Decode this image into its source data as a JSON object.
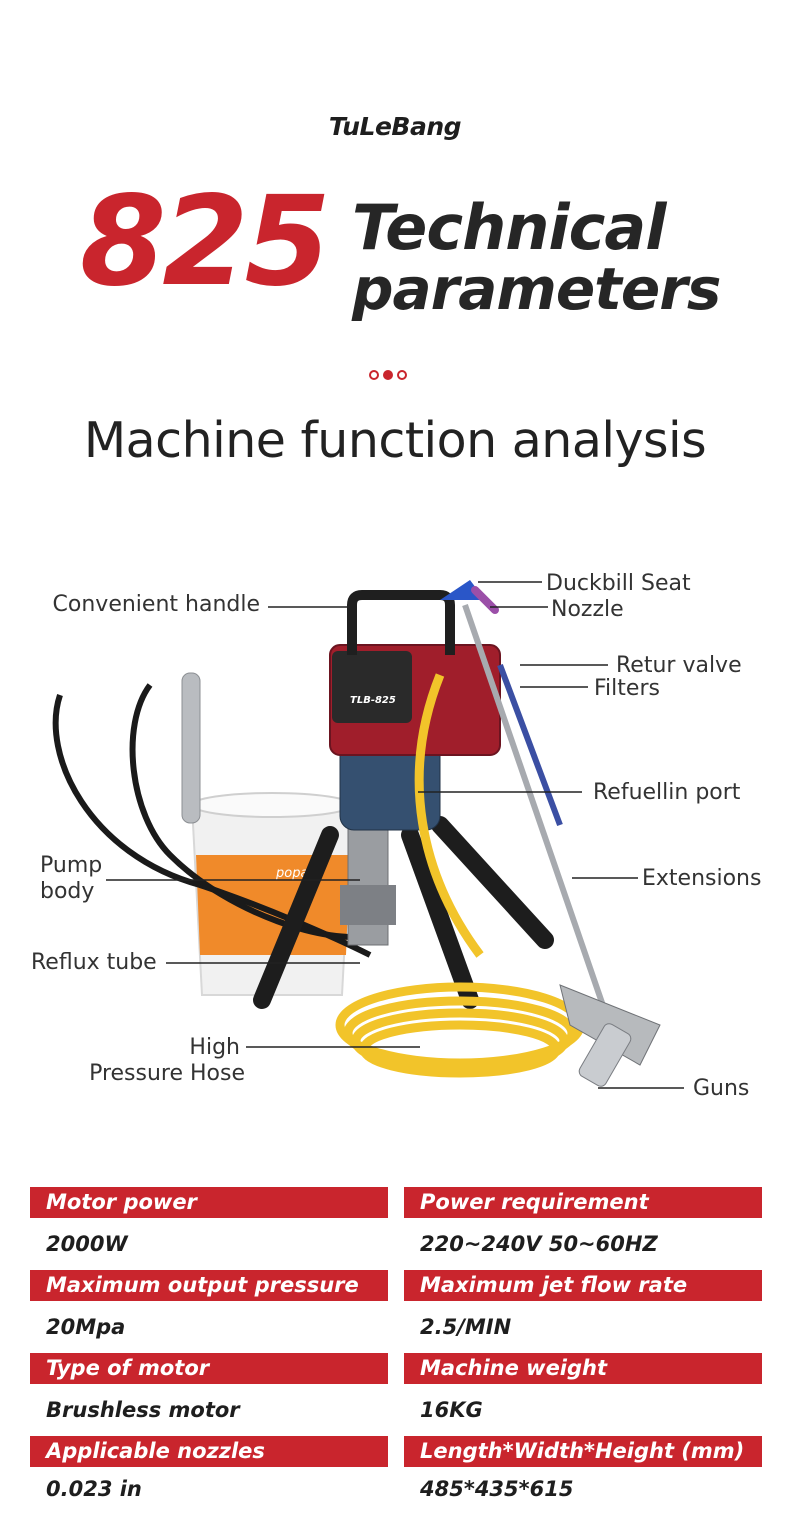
{
  "brand": "TuLeBang",
  "header": {
    "model": "825",
    "title_line1": "Technical",
    "title_line2": "parameters"
  },
  "section_title": "Machine function analysis",
  "colors": {
    "accent_red": "#c9252d",
    "text_dark": "#222222",
    "hose_yellow": "#f2c42a"
  },
  "callouts": {
    "convenient_handle": "Convenient handle",
    "duckbill_seat": "Duckbill Seat",
    "nozzle": "Nozzle",
    "retur_valve": "Retur valve",
    "filters": "Filters",
    "refuellin_port": "Refuellin port",
    "pump_body_1": "Pump",
    "pump_body_2": "body",
    "extensions": "Extensions",
    "reflux_tube": "Reflux tube",
    "high_pressure_hose_1": "High",
    "high_pressure_hose_2": "Pressure Hose",
    "guns": "Guns"
  },
  "product_labels": {
    "machine_badge": "TLB-825",
    "bucket_brand": "popar"
  },
  "specs": [
    {
      "left_label": "Motor power",
      "left_value": "2000W",
      "right_label": "Power requirement",
      "right_value": "220~240V 50~60HZ"
    },
    {
      "left_label": "Maximum output pressure",
      "left_value": "20Mpa",
      "right_label": "Maximum jet flow rate",
      "right_value": "2.5/MIN"
    },
    {
      "left_label": "Type of motor",
      "left_value": "Brushless motor",
      "right_label": "Machine weight",
      "right_value": "16KG"
    },
    {
      "left_label": "Applicable nozzles",
      "left_value": "0.023 in",
      "right_label": "Length*Width*Height (mm)",
      "right_value": "485*435*615"
    }
  ]
}
